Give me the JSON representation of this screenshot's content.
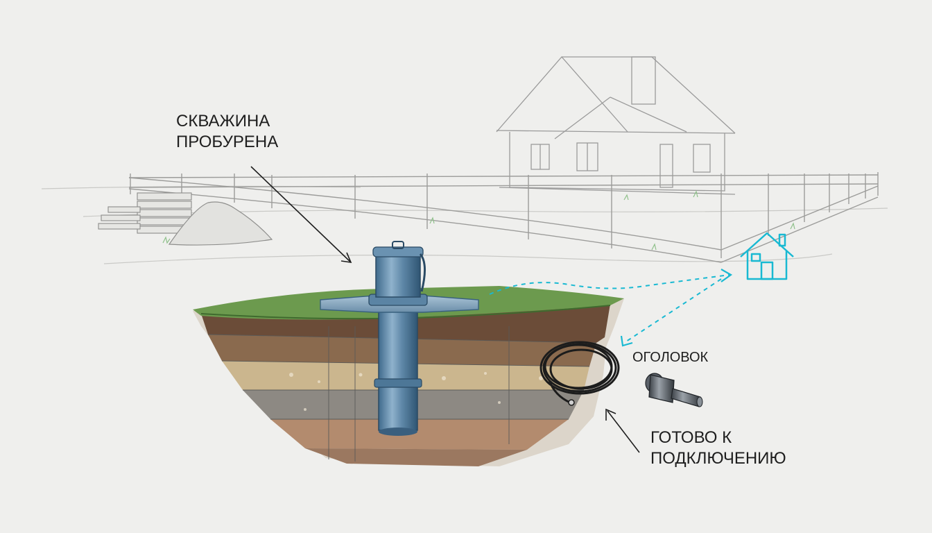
{
  "labels": {
    "well_drilled": [
      "СКВАЖИНА",
      "ПРОБУРЕНА"
    ],
    "wellhead": "ОГОЛОВОК",
    "ready_to_connect": [
      "ГОТОВО К",
      "ПОДКЛЮЧЕНИЮ"
    ]
  },
  "icons": {
    "house_connection": "house-icon"
  },
  "colors": {
    "accent": "#19b9d2",
    "pipe": "#5d87a8",
    "grass": "#6c9a4e",
    "soil_top": "#7a5a42",
    "soil_sand": "#c8b48e",
    "soil_gray": "#8c8882",
    "sketch_line": "#9a9a9a"
  }
}
